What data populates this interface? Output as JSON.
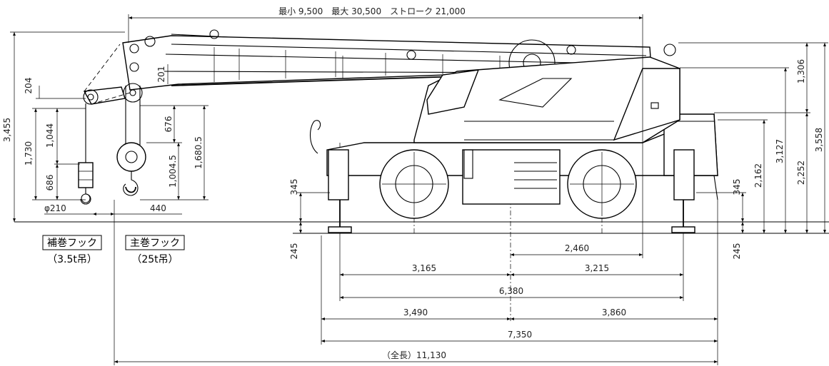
{
  "dims": {
    "boom_length": "最小 9,500　最大 30,500　ストローク 21,000",
    "h_204": "204",
    "h_3455": "3,455",
    "h_1730": "1,730",
    "h_1044": "1,044",
    "h_686": "686",
    "h_201": "201",
    "h_676": "676",
    "h_1004_5": "1,004.5",
    "h_1680_5": "1,680.5",
    "phi_210": "φ210",
    "w_440": "440",
    "h_345_left": "345",
    "h_345_right": "345",
    "h_245_left": "245",
    "h_245_right": "245",
    "h_1306": "1,306",
    "h_3127": "3,127",
    "h_3558": "3,558",
    "h_2162": "2,162",
    "h_2252": "2,252",
    "w_2460": "2,460",
    "w_3165": "3,165",
    "w_3215": "3,215",
    "w_6380": "6,380",
    "w_3490": "3,490",
    "w_3860": "3,860",
    "w_7350": "7,350",
    "w_total": "（全長）11,130"
  },
  "labels": {
    "aux_hook": "補巻フック",
    "aux_hook_cap": "（3.5t吊）",
    "main_hook": "主巻フック",
    "main_hook_cap": "（25t吊）"
  }
}
